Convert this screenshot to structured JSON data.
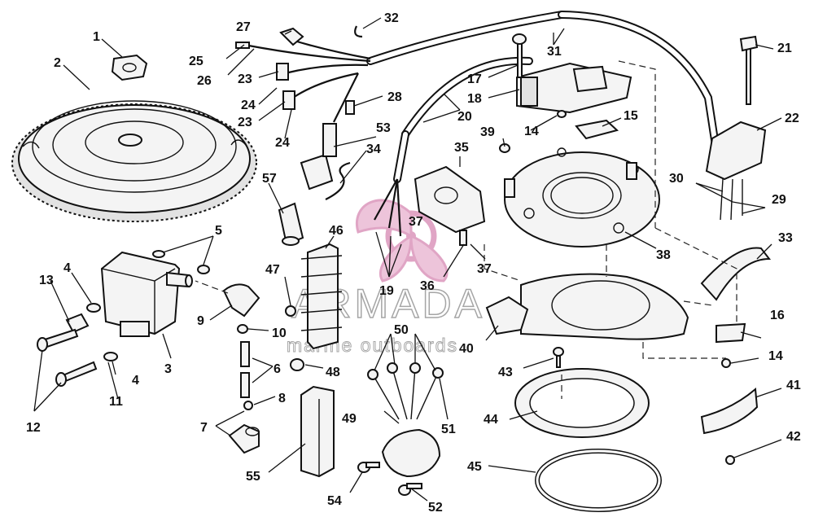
{
  "watermark": {
    "title": "ARMADA",
    "subtitle": "marine outboards",
    "logo_color": "#d98fb7"
  },
  "callouts": {
    "c1": "1",
    "c2": "2",
    "c3": "3",
    "c4a": "4",
    "c4b": "4",
    "c5": "5",
    "c6": "6",
    "c7": "7",
    "c8": "8",
    "c9": "9",
    "c10": "10",
    "c11": "11",
    "c12": "12",
    "c13": "13",
    "c14a": "14",
    "c14b": "14",
    "c15": "15",
    "c16": "16",
    "c17": "17",
    "c18": "18",
    "c19": "19",
    "c20": "20",
    "c21": "21",
    "c22": "22",
    "c23a": "23",
    "c23b": "23",
    "c24a": "24",
    "c24b": "24",
    "c25": "25",
    "c26": "26",
    "c27": "27",
    "c28": "28",
    "c29": "29",
    "c30": "30",
    "c31": "31",
    "c32": "32",
    "c33": "33",
    "c34": "34",
    "c35": "35",
    "c36": "36",
    "c37a": "37",
    "c37b": "37",
    "c38": "38",
    "c39": "39",
    "c40": "40",
    "c41": "41",
    "c42": "42",
    "c43": "43",
    "c44": "44",
    "c45": "45",
    "c46": "46",
    "c47": "47",
    "c48": "48",
    "c49": "49",
    "c50": "50",
    "c51": "51",
    "c52": "52",
    "c53": "53",
    "c54": "54",
    "c55": "55",
    "c57": "57"
  }
}
